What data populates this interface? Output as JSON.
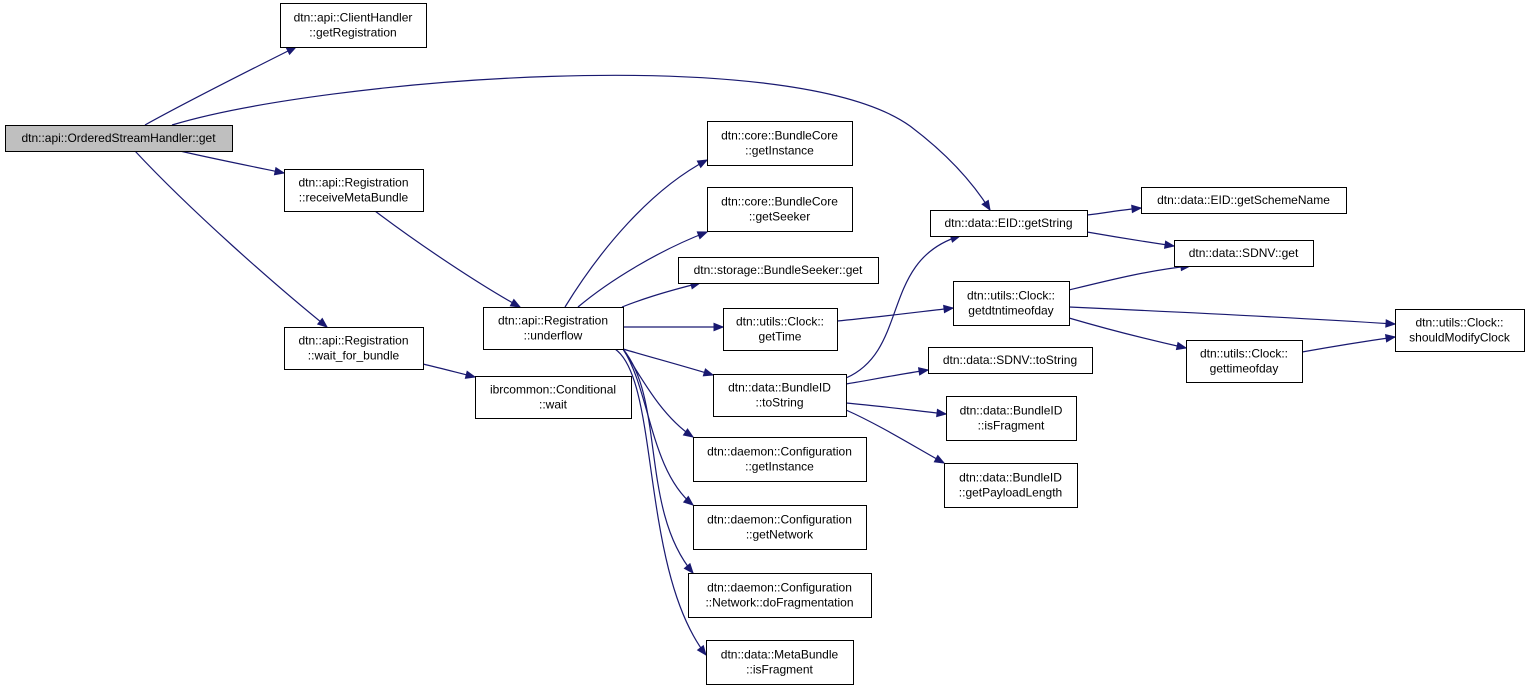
{
  "colors": {
    "edge": "#191970",
    "root_fill": "#bfbfbf",
    "node_fill": "#ffffff",
    "node_border": "#000000"
  },
  "nodes": [
    {
      "id": "ordered_get",
      "lines": [
        "dtn::api::OrderedStreamHandler::get"
      ],
      "root": true
    },
    {
      "id": "client_getreg",
      "lines": [
        "dtn::api::ClientHandler",
        "::getRegistration"
      ]
    },
    {
      "id": "reg_receive",
      "lines": [
        "dtn::api::Registration",
        "::receiveMetaBundle"
      ]
    },
    {
      "id": "reg_wait",
      "lines": [
        "dtn::api::Registration",
        "::wait_for_bundle"
      ]
    },
    {
      "id": "cond_wait",
      "lines": [
        "ibrcommon::Conditional",
        "::wait"
      ]
    },
    {
      "id": "reg_underflow",
      "lines": [
        "dtn::api::Registration",
        "::underflow"
      ]
    },
    {
      "id": "core_getinst",
      "lines": [
        "dtn::core::BundleCore",
        "::getInstance"
      ]
    },
    {
      "id": "core_getseeker",
      "lines": [
        "dtn::core::BundleCore",
        "::getSeeker"
      ]
    },
    {
      "id": "seeker_get",
      "lines": [
        "dtn::storage::BundleSeeker::get"
      ]
    },
    {
      "id": "clock_gettime",
      "lines": [
        "dtn::utils::Clock::",
        "getTime"
      ]
    },
    {
      "id": "bid_tostring",
      "lines": [
        "dtn::data::BundleID",
        "::toString"
      ]
    },
    {
      "id": "cfg_getinst",
      "lines": [
        "dtn::daemon::Configuration",
        "::getInstance"
      ]
    },
    {
      "id": "cfg_getnet",
      "lines": [
        "dtn::daemon::Configuration",
        "::getNetwork"
      ]
    },
    {
      "id": "cfg_dofrag",
      "lines": [
        "dtn::daemon::Configuration",
        "::Network::doFragmentation"
      ]
    },
    {
      "id": "meta_isfrag",
      "lines": [
        "dtn::data::MetaBundle",
        "::isFragment"
      ]
    },
    {
      "id": "eid_getstring",
      "lines": [
        "dtn::data::EID::getString"
      ]
    },
    {
      "id": "eid_scheme",
      "lines": [
        "dtn::data::EID::getSchemeName"
      ]
    },
    {
      "id": "sdnv_get",
      "lines": [
        "dtn::data::SDNV::get"
      ]
    },
    {
      "id": "clock_getdtn",
      "lines": [
        "dtn::utils::Clock::",
        "getdtntimeofday"
      ]
    },
    {
      "id": "sdnv_tostring",
      "lines": [
        "dtn::data::SDNV::toString"
      ]
    },
    {
      "id": "bid_isfrag",
      "lines": [
        "dtn::data::BundleID",
        "::isFragment"
      ]
    },
    {
      "id": "bid_payload",
      "lines": [
        "dtn::data::BundleID",
        "::getPayloadLength"
      ]
    },
    {
      "id": "clock_gettod",
      "lines": [
        "dtn::utils::Clock::",
        "gettimeofday"
      ]
    },
    {
      "id": "clock_should",
      "lines": [
        "dtn::utils::Clock::",
        "shouldModifyClock"
      ]
    }
  ],
  "edges": [
    [
      "ordered_get",
      "client_getreg"
    ],
    [
      "ordered_get",
      "eid_getstring"
    ],
    [
      "ordered_get",
      "reg_receive"
    ],
    [
      "ordered_get",
      "reg_wait"
    ],
    [
      "reg_receive",
      "reg_underflow"
    ],
    [
      "reg_wait",
      "cond_wait"
    ],
    [
      "reg_underflow",
      "core_getinst"
    ],
    [
      "reg_underflow",
      "core_getseeker"
    ],
    [
      "reg_underflow",
      "seeker_get"
    ],
    [
      "reg_underflow",
      "clock_gettime"
    ],
    [
      "reg_underflow",
      "bid_tostring"
    ],
    [
      "reg_underflow",
      "cfg_getinst"
    ],
    [
      "reg_underflow",
      "cfg_getnet"
    ],
    [
      "reg_underflow",
      "cfg_dofrag"
    ],
    [
      "reg_underflow",
      "meta_isfrag"
    ],
    [
      "clock_gettime",
      "clock_getdtn"
    ],
    [
      "bid_tostring",
      "eid_getstring"
    ],
    [
      "bid_tostring",
      "sdnv_tostring"
    ],
    [
      "bid_tostring",
      "bid_isfrag"
    ],
    [
      "bid_tostring",
      "bid_payload"
    ],
    [
      "eid_getstring",
      "eid_scheme"
    ],
    [
      "eid_getstring",
      "sdnv_get"
    ],
    [
      "clock_getdtn",
      "sdnv_get"
    ],
    [
      "clock_getdtn",
      "clock_should"
    ],
    [
      "clock_getdtn",
      "clock_gettod"
    ],
    [
      "clock_gettod",
      "clock_should"
    ]
  ]
}
